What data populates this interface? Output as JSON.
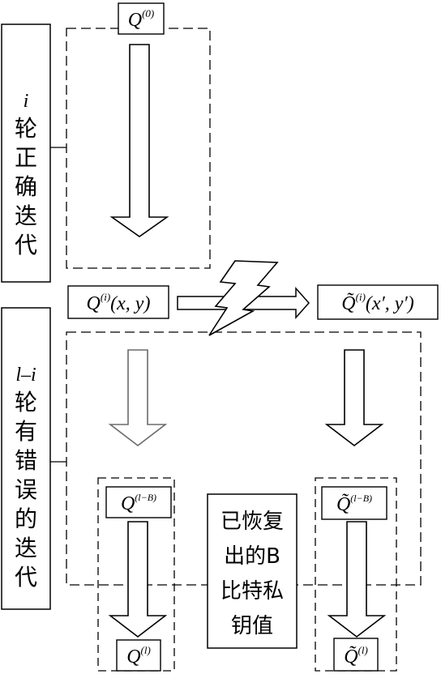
{
  "left_labels": {
    "upper": {
      "var": "i",
      "chars": [
        "轮",
        "正",
        "确",
        "迭",
        "代"
      ]
    },
    "lower": {
      "var": "l–i",
      "chars": [
        "轮",
        "有",
        "错",
        "误",
        "的",
        "迭",
        "代"
      ]
    }
  },
  "nodes": {
    "q0": {
      "main": "Q",
      "sup": "(0)"
    },
    "qi": {
      "main": "Q",
      "sup": "(i)",
      "args": "(x, y)"
    },
    "qi_tilde": {
      "main": "Q̃",
      "sup": "(i)",
      "args": "(x′, y′)"
    },
    "q_lb": {
      "main": "Q",
      "sup": "(l−B)"
    },
    "q_lb_tilde": {
      "main": "Q̃",
      "sup": "(l−B)"
    },
    "q_l": {
      "main": "Q",
      "sup": "(l)"
    },
    "q_l_tilde": {
      "main": "Q̃",
      "sup": "(l)"
    }
  },
  "center_box": {
    "lines": [
      "已恢复",
      "出的B",
      "比特私",
      "钥值"
    ]
  }
}
